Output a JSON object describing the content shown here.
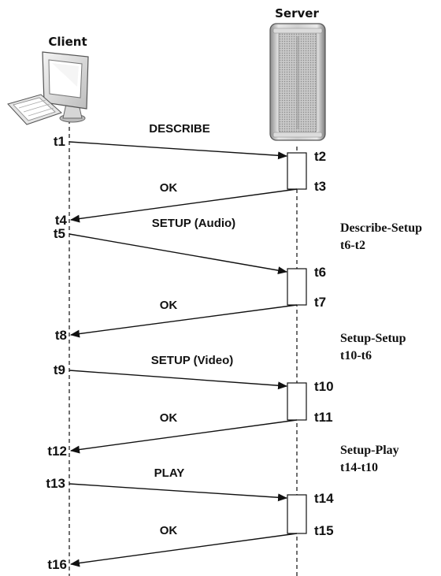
{
  "actors": {
    "client": "Client",
    "server": "Server"
  },
  "messages": [
    {
      "label": "DESCRIBE",
      "send_time": "t1",
      "receive_time": "t2"
    },
    {
      "label": "OK",
      "send_time": "t3",
      "receive_time": "t4"
    },
    {
      "label": "SETUP (Audio)",
      "send_time": "t5",
      "receive_time": "t6"
    },
    {
      "label": "OK",
      "send_time": "t7",
      "receive_time": "t8"
    },
    {
      "label": "SETUP (Video)",
      "send_time": "t9",
      "receive_time": "t10"
    },
    {
      "label": "OK",
      "send_time": "t11",
      "receive_time": "t12"
    },
    {
      "label": "PLAY",
      "send_time": "t13",
      "receive_time": "t14"
    },
    {
      "label": "OK",
      "send_time": "t15",
      "receive_time": "t16"
    }
  ],
  "notes": [
    {
      "title": "Describe-Setup",
      "formula": "t6-t2"
    },
    {
      "title": "Setup-Setup",
      "formula": "t10-t6"
    },
    {
      "title": "Setup-Play",
      "formula": "t14-t10"
    }
  ]
}
